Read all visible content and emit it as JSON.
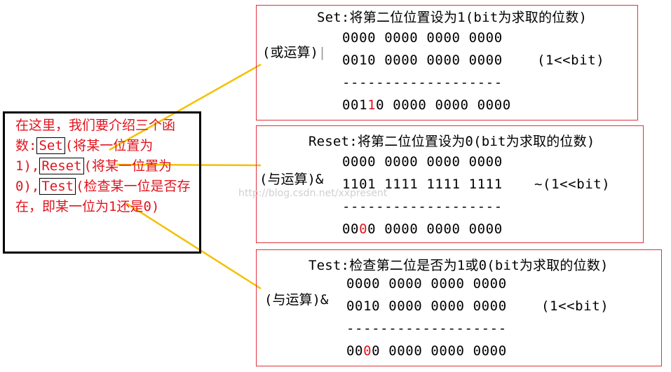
{
  "intro": {
    "before_set": "在这里，我们要介绍三个函数:",
    "set_fn": "Set",
    "after_set": "(将某一位置为1),",
    "reset_fn": "Reset",
    "after_reset": "(将某一位置为0),",
    "test_fn": "Test",
    "after_test": "(检查某一位是否存在，即某一位为1还是0)"
  },
  "watermark": "http://blog.csdn.net/xxpresent",
  "panels": [
    {
      "title": "Set:将第二位位置设为1(bit为求取的位数)",
      "op": "(或运算)",
      "op_symbol": "|",
      "row1": "0000 0000 0000 0000",
      "row2": "0010 0000 0000 0000",
      "mask": "(1<<bit)",
      "divider": "-------------------",
      "result_prefix": "001",
      "result_red": "1",
      "result_suffix": "0 0000 0000 0000"
    },
    {
      "title": "Reset:将第二位位置设为0(bit为求取的位数)",
      "op": "(与运算)",
      "op_symbol": "&",
      "row1": "0000 0000 0000 0000",
      "row2": "1101 1111 1111 1111",
      "mask": "~(1<<bit)",
      "divider": "-------------------",
      "result_prefix": "00",
      "result_red": "0",
      "result_suffix": "0 0000 0000 0000"
    },
    {
      "title": "Test:检查第二位是否为1或0(bit为求取的位数)",
      "op": "(与运算)",
      "op_symbol": "&",
      "row1": "0000 0000 0000 0000",
      "row2": "0010 0000 0000 0000",
      "mask": "(1<<bit)",
      "divider": "-------------------",
      "result_prefix": "00",
      "result_red": "0",
      "result_suffix": "0 0000 0000 0000"
    }
  ],
  "colors": {
    "accent_red": "#e0141e",
    "border_red": "#e0323c",
    "connector": "#f5c000"
  }
}
